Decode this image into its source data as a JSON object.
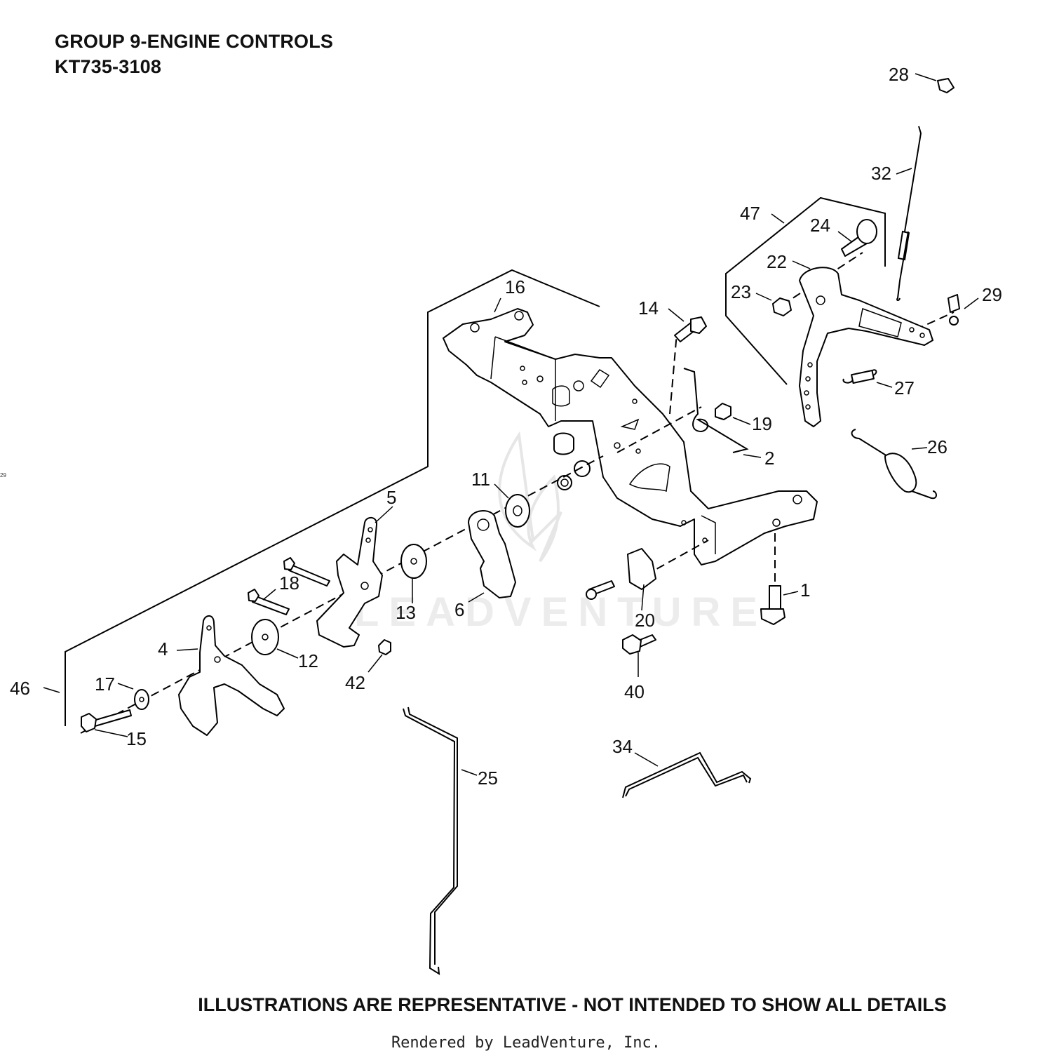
{
  "header": {
    "title": "GROUP 9-ENGINE CONTROLS",
    "model": "KT735-3108"
  },
  "footer": {
    "disclaimer": "ILLUSTRATIONS ARE REPRESENTATIVE - NOT INTENDED TO SHOW ALL DETAILS",
    "rendered_by": "Rendered by LeadVenture, Inc."
  },
  "watermark": "LEADVENTURE",
  "page_marker": "29",
  "callouts": [
    "1",
    "2",
    "4",
    "5",
    "6",
    "11",
    "12",
    "13",
    "14",
    "15",
    "16",
    "17",
    "18",
    "19",
    "20",
    "22",
    "23",
    "24",
    "25",
    "26",
    "27",
    "28",
    "29",
    "32",
    "34",
    "40",
    "42",
    "46",
    "47"
  ],
  "colors": {
    "line": "#000000",
    "background": "#ffffff",
    "watermark": "#e6e6e6"
  }
}
